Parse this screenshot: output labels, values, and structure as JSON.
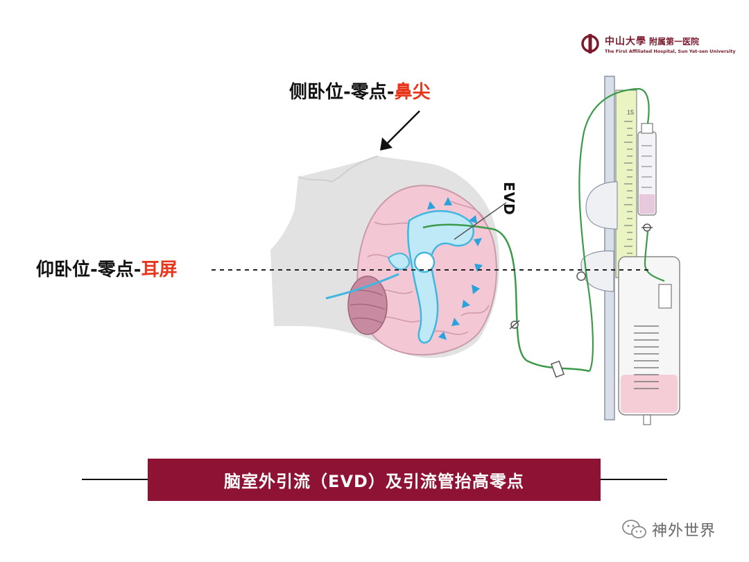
{
  "logo": {
    "cn_name": "中山大學",
    "cn_sub": "附属第一医院",
    "en_name": "The First Affiliated Hospital, Sun Yat-sen University"
  },
  "labels": {
    "side_prefix": "侧卧位-零点-",
    "side_highlight": "鼻尖",
    "supine_prefix": "仰卧位-零点-",
    "supine_highlight": "耳屏",
    "evd": "EVD",
    "scale_mark": "15"
  },
  "caption": "脑室外引流（EVD）及引流管抬高零点",
  "watermark": "神外世界",
  "colors": {
    "highlight": "#e8361a",
    "caption_bg": "#8d1233",
    "ventricle": "#3fb6e0",
    "tube": "#3a9a4a"
  }
}
